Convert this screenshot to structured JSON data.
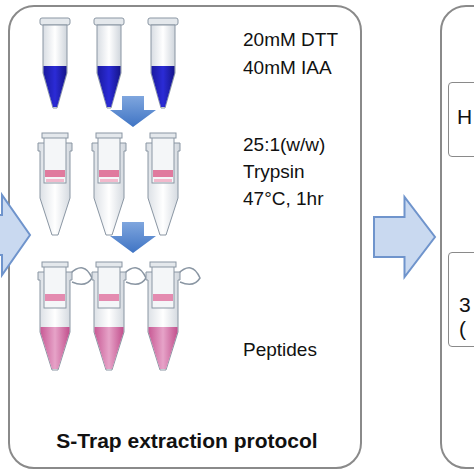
{
  "diagram": {
    "nodes": [
      {
        "text": [
          "S-Trap extraction protocol"
        ]
      },
      {
        "text": []
      },
      {
        "text": [
          "H"
        ],
        "in": 1
      },
      {
        "text": [
          "3 ("
        ],
        "in": 1
      }
    ],
    "edges": [
      {
        "from": 0,
        "to": 1,
        "arrow": "to"
      }
    ],
    "labels": [
      "20mM DTT",
      "40mM IAA",
      "25:1(w/w)",
      "Trypsin",
      "47°C, 1hr",
      "Peptides"
    ]
  }
}
